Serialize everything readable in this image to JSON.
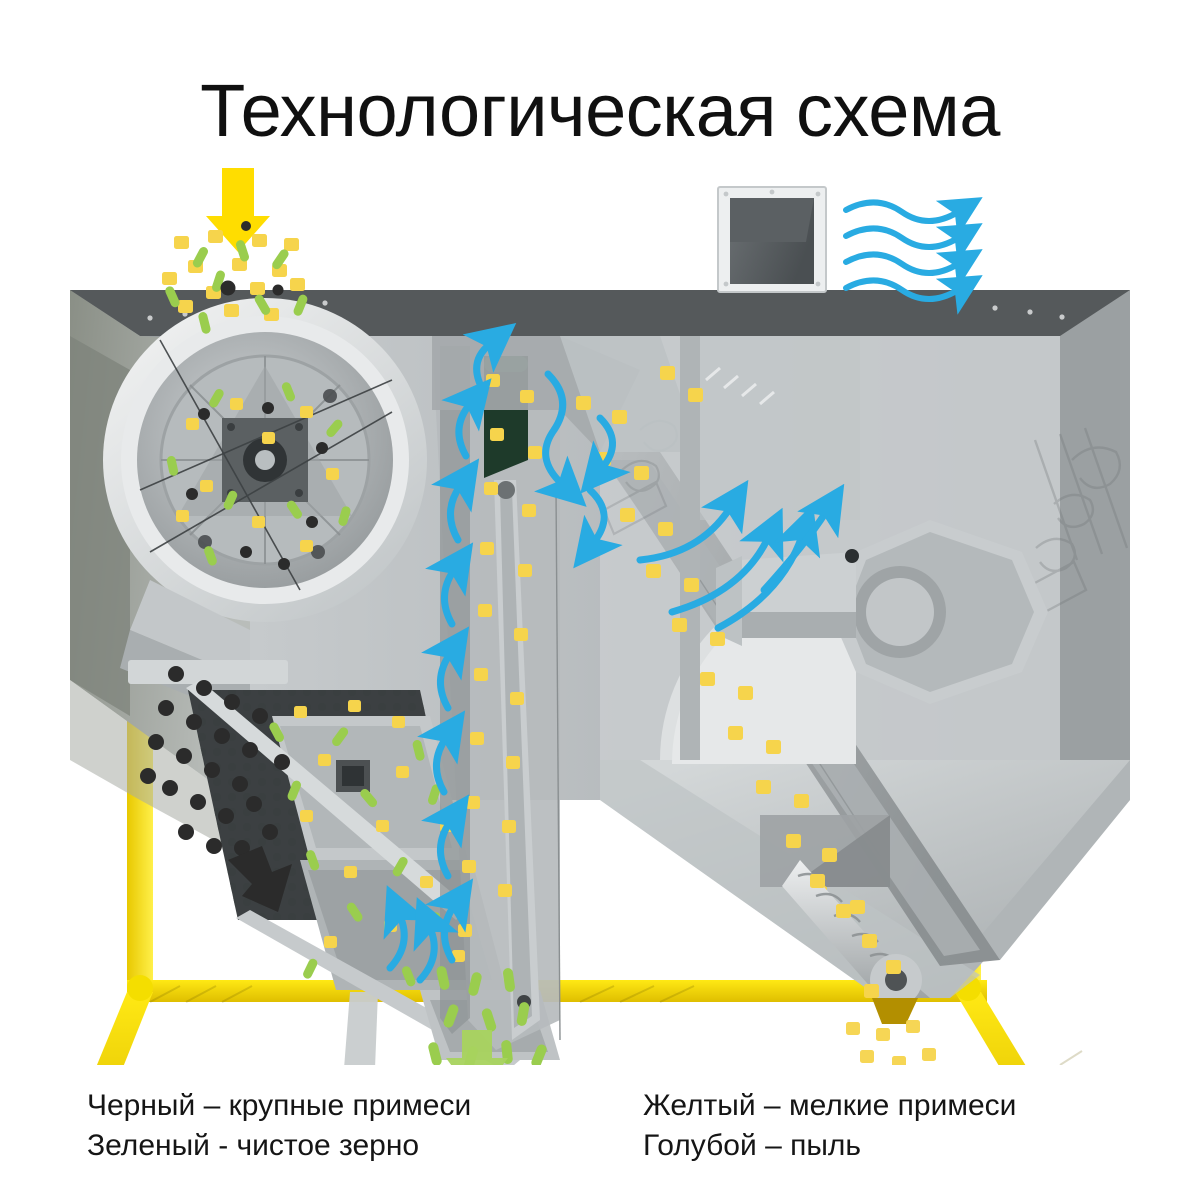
{
  "page": {
    "title": "Технологическая схема",
    "background": "#ffffff"
  },
  "colors": {
    "grain_green": "#9ACD4E",
    "fine_yellow": "#F6D44C",
    "inlet_yellow": "#FFDD00",
    "coarse_black": "#2B2B2B",
    "dust_blue": "#29ABE2",
    "frame_yellow": "#F2D200",
    "metal_light": "#D9DBDC",
    "metal_mid": "#B4B8BA",
    "metal_dark": "#8C9092",
    "metal_shadow": "#5E6365",
    "text": "#151515"
  },
  "legend": {
    "columns": [
      {
        "name": "left-column",
        "lines": [
          "Черный – крупные примеси",
          "Зеленый - чистое зерно"
        ]
      },
      {
        "name": "right-column",
        "lines": [
          "Желтый – мелкие примеси",
          "Голубой – пыль"
        ]
      }
    ]
  },
  "diagram": {
    "name": "grain-cleaning-machine-flow-diagram",
    "parts": [
      {
        "id": "inlet-arrow",
        "label": "Впуск исходного вороха",
        "color": "#FFDD00",
        "direction": "down"
      },
      {
        "id": "inlet-mixture",
        "label": "Исходная смесь (зерно, мелкие и крупные примеси)"
      },
      {
        "id": "rotary-drum",
        "label": "Барабанный сепаратор"
      },
      {
        "id": "sieve-deck",
        "label": "Решетный стан"
      },
      {
        "id": "air-channel",
        "label": "Воздушный канал"
      },
      {
        "id": "fan-housing",
        "label": "Вентилятор (улитка)"
      },
      {
        "id": "air-outlet-duct",
        "label": "Выброс отработанного воздуха"
      },
      {
        "id": "dust-settling-hopper",
        "label": "Осадочная камера / бункер пыли"
      },
      {
        "id": "screw-conveyor",
        "label": "Шнек выгрузки мелких примесей"
      },
      {
        "id": "support-frame",
        "label": "Опорная рама"
      },
      {
        "id": "coarse-outlet",
        "label": "Выход крупных примесей",
        "color": "#2B2B2B",
        "direction": "down-left"
      },
      {
        "id": "grain-outlet",
        "label": "Выход чистого зерна",
        "color": "#9ACD4E",
        "direction": "down"
      },
      {
        "id": "fines-outlet",
        "label": "Выход мелких примесей",
        "color": "#F6D44C",
        "direction": "down"
      },
      {
        "id": "dust-outlet",
        "label": "Выход пыли с воздухом",
        "color": "#29ABE2",
        "direction": "right"
      }
    ],
    "flow_counts": {
      "air_outlet_waves": 4,
      "inlet_particles": 22,
      "coarse_particles": 34,
      "grain_particles": 18,
      "fines_particles": 14
    }
  }
}
